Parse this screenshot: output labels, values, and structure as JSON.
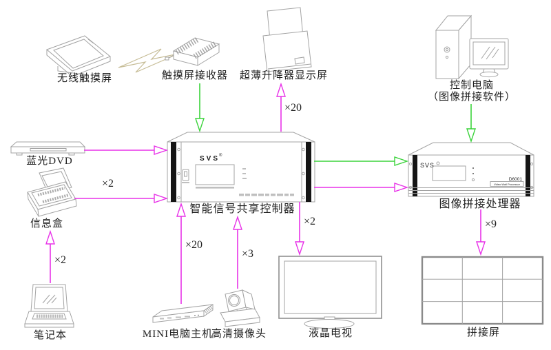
{
  "nodes": {
    "wireless_touchscreen": {
      "label": "无线触摸屏"
    },
    "touchscreen_receiver": {
      "label": "触摸屏接收器"
    },
    "lift_display": {
      "label": "超薄升降器显示屏",
      "multiplier": "×20"
    },
    "control_computer": {
      "label": "控制电脑",
      "sublabel": "（图像拼接软件）"
    },
    "bluray_dvd": {
      "label": "蓝光DVD"
    },
    "info_box": {
      "label": "信息盒",
      "multiplier": "×2"
    },
    "laptop": {
      "label": "笔记本",
      "multiplier": "×2"
    },
    "controller": {
      "label": "智能信号共享控制器",
      "brand": "SVS",
      "brand_mark": "®"
    },
    "processor": {
      "label": "图像拼接处理器",
      "brand": "SVS",
      "model": "D6001",
      "model_sub": "Video Wall Processor"
    },
    "mini_pc": {
      "label": "MINI电脑主机",
      "multiplier": "×20"
    },
    "hd_camera": {
      "label": "高清摄像头",
      "multiplier": "×3"
    },
    "lcd_tv": {
      "label": "液晶电视",
      "multiplier": "×2"
    },
    "video_wall": {
      "label": "拼接屏",
      "multiplier": "×9"
    }
  },
  "connections": [
    {
      "from": "touchscreen_receiver",
      "to": "controller",
      "color": "green"
    },
    {
      "from": "controller",
      "to": "lift_display",
      "color": "magenta",
      "multiplier": "×20"
    },
    {
      "from": "bluray_dvd",
      "to": "controller",
      "color": "magenta"
    },
    {
      "from": "info_box",
      "to": "controller",
      "color": "magenta",
      "multiplier": "×2"
    },
    {
      "from": "laptop",
      "to": "info_box",
      "color": "magenta",
      "multiplier": "×2"
    },
    {
      "from": "mini_pc",
      "to": "controller",
      "color": "magenta",
      "multiplier": "×20"
    },
    {
      "from": "hd_camera",
      "to": "controller",
      "color": "magenta",
      "multiplier": "×3"
    },
    {
      "from": "controller",
      "to": "lcd_tv",
      "color": "magenta",
      "multiplier": "×2"
    },
    {
      "from": "controller",
      "to": "processor",
      "color": "green"
    },
    {
      "from": "controller",
      "to": "processor",
      "color": "magenta"
    },
    {
      "from": "control_computer",
      "to": "processor",
      "color": "green"
    },
    {
      "from": "processor",
      "to": "video_wall",
      "color": "magenta",
      "multiplier": "×9"
    }
  ],
  "colors": {
    "signal_magenta": "#e832e8",
    "control_green": "#3bd33b",
    "device_outline": "#a3a3a3",
    "wireless_bolt": "#c6bc95"
  }
}
